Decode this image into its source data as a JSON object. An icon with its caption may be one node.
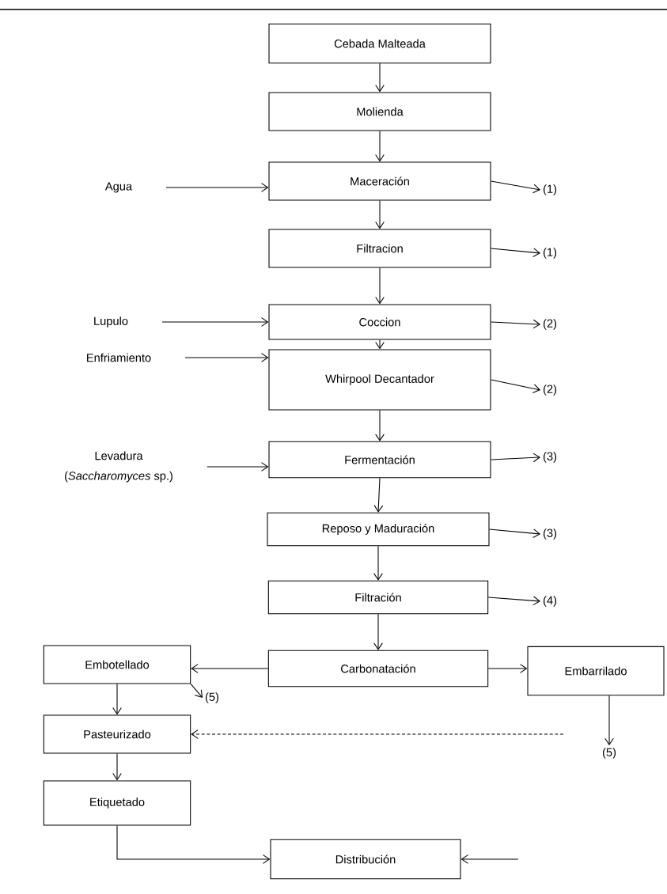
{
  "diagram": {
    "nodes": [
      {
        "text": [
          "Cebada Malteada"
        ]
      },
      {
        "text": [
          "Molienda"
        ]
      },
      {
        "text": [
          "Agua"
        ]
      },
      {
        "text": [
          "Maceración"
        ]
      },
      {
        "text": [
          "(1)"
        ]
      },
      {
        "text": [
          "Filtracion"
        ]
      },
      {
        "text": [
          "(1)"
        ]
      },
      {
        "text": [
          "Lupulo"
        ]
      },
      {
        "text": [
          "Coccion"
        ]
      },
      {
        "text": [
          "(2)"
        ]
      },
      {
        "text": [
          "Enfriamiento"
        ]
      },
      {
        "text": [
          "Whirpool Decantador"
        ]
      },
      {
        "text": [
          "(2)"
        ]
      },
      {
        "text": [
          "Levadura",
          "(*Saccharomyces* sp.)"
        ]
      },
      {
        "text": [
          "Fermentación"
        ]
      },
      {
        "text": [
          "(3)"
        ]
      },
      {
        "text": [
          "Reposo y Maduración"
        ]
      },
      {
        "text": [
          "(3)"
        ]
      },
      {
        "text": [
          "Filtración"
        ]
      },
      {
        "text": [
          "(4)"
        ]
      },
      {
        "text": [
          "Carbonatación"
        ]
      },
      {
        "text": [
          "Embotellado"
        ]
      },
      {
        "text": [
          "(5)"
        ]
      },
      {
        "text": [
          "Embarrilado"
        ]
      },
      {
        "text": [
          "(5)"
        ]
      },
      {
        "text": [
          "Pasteurizado"
        ]
      },
      {
        "text": [
          "Etiquetado"
        ]
      },
      {
        "text": [
          "Distribución"
        ]
      }
    ],
    "edges": [
      {
        "from": 0,
        "to": 1,
        "arrow": "to"
      },
      {
        "from": 1,
        "to": 3,
        "arrow": "to"
      },
      {
        "from": 2,
        "to": 3,
        "arrow": "to"
      },
      {
        "from": 3,
        "to": 4,
        "arrow": "to"
      },
      {
        "from": 3,
        "to": 5,
        "arrow": "to"
      },
      {
        "from": 5,
        "to": 6,
        "arrow": "to"
      },
      {
        "from": 5,
        "to": 8,
        "arrow": "to"
      },
      {
        "from": 7,
        "to": 8,
        "arrow": "to"
      },
      {
        "from": 8,
        "to": 9,
        "arrow": "to"
      },
      {
        "from": 8,
        "to": 11,
        "arrow": "to"
      },
      {
        "from": 10,
        "to": 11,
        "arrow": "to"
      },
      {
        "from": 11,
        "to": 12,
        "arrow": "to"
      },
      {
        "from": 11,
        "to": 14,
        "arrow": "to"
      },
      {
        "from": 13,
        "to": 14,
        "arrow": "to"
      },
      {
        "from": 14,
        "to": 15,
        "arrow": "to"
      },
      {
        "from": 14,
        "to": 16,
        "arrow": "to"
      },
      {
        "from": 16,
        "to": 17,
        "arrow": "to"
      },
      {
        "from": 16,
        "to": 18,
        "arrow": "to"
      },
      {
        "from": 18,
        "to": 19,
        "arrow": "to"
      },
      {
        "from": 18,
        "to": 20,
        "arrow": "to"
      },
      {
        "from": 20,
        "to": 21,
        "arrow": "to"
      },
      {
        "from": 21,
        "to": 22,
        "arrow": "to"
      },
      {
        "from": 20,
        "to": 23,
        "arrow": "to"
      },
      {
        "from": 23,
        "to": 24,
        "arrow": "to"
      },
      {
        "from": 21,
        "to": 25,
        "arrow": "to"
      },
      {
        "from": null,
        "to": 25,
        "arrow": "to",
        "style": "dashed"
      },
      {
        "from": 25,
        "to": 26,
        "arrow": "to"
      },
      {
        "from": 26,
        "to": 27,
        "arrow": "to"
      },
      {
        "from": null,
        "to": 27,
        "arrow": "to"
      }
    ]
  }
}
